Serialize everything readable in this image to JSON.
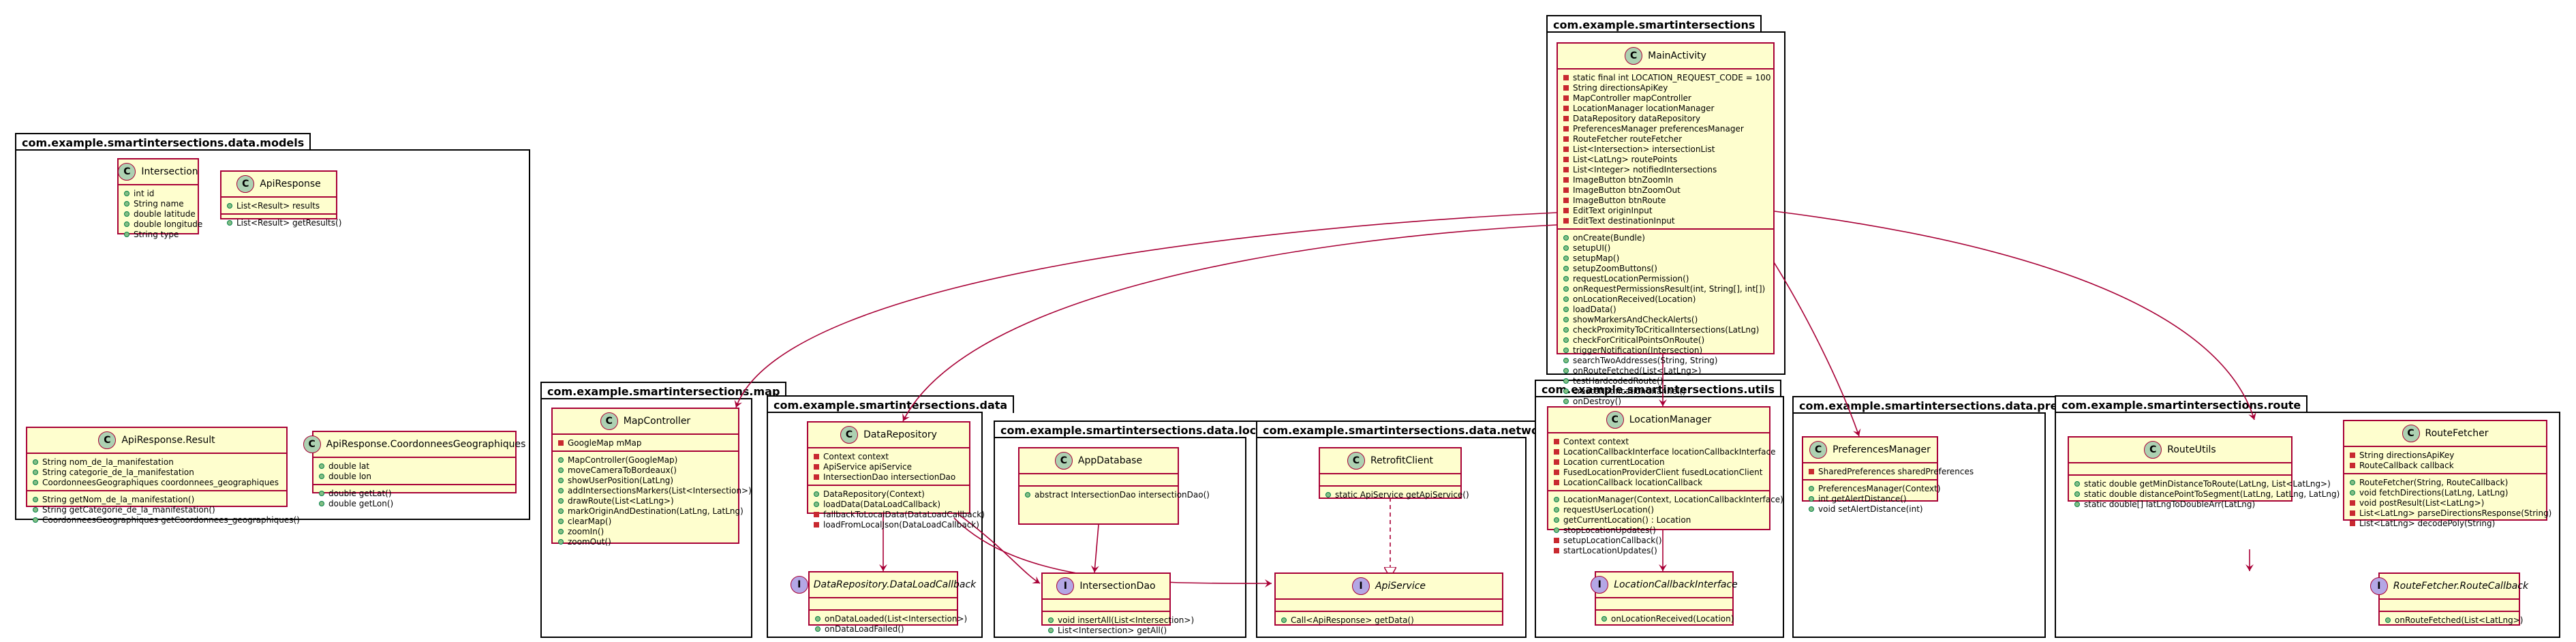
{
  "packages": {
    "smartintersections": "com.example.smartintersections",
    "models": "com.example.smartintersections.data.models",
    "map": "com.example.smartintersections.map",
    "data": "com.example.smartintersections.data",
    "local": "com.example.smartintersections.data.local",
    "network": "com.example.smartintersections.data.network",
    "utils": "com.example.smartintersections.utils",
    "prefs": "com.example.smartintersections.data.prefs",
    "route": "com.example.smartintersections.route"
  },
  "classes": {
    "main_activity": {
      "name": "MainActivity",
      "kind": "C",
      "fields": [
        "static final int LOCATION_REQUEST_CODE = 100",
        "String directionsApiKey",
        "MapController mapController",
        "LocationManager locationManager",
        "DataRepository dataRepository",
        "PreferencesManager preferencesManager",
        "RouteFetcher routeFetcher",
        "List<Intersection> intersectionList",
        "List<LatLng> routePoints",
        "List<Integer> notifiedIntersections",
        "ImageButton btnZoomIn",
        "ImageButton btnZoomOut",
        "ImageButton btnRoute",
        "EditText originInput",
        "EditText destinationInput"
      ],
      "methods": [
        "onCreate(Bundle)",
        "setupUI()",
        "setupMap()",
        "setupZoomButtons()",
        "requestLocationPermission()",
        "onRequestPermissionsResult(int, String[], int[])",
        "onLocationReceived(Location)",
        "loadData()",
        "showMarkersAndCheckAlerts()",
        "checkProximityToCriticalIntersections(LatLng)",
        "checkForCriticalPointsOnRoute()",
        "triggerNotification(Intersection)",
        "searchTwoAddresses(String, String)",
        "onRouteFetched(List<LatLng>)",
        "testHardcodedRoute()",
        "createNotificationChannel()",
        "onDestroy()"
      ]
    },
    "intersection": {
      "name": "Intersection",
      "kind": "C",
      "fields": [
        "int id",
        "String name",
        "double latitude",
        "double longitude",
        "String type"
      ],
      "methods": []
    },
    "api_response": {
      "name": "ApiResponse",
      "kind": "C",
      "fields": [
        "List<Result> results"
      ],
      "methods": [
        "List<Result> getResults()"
      ]
    },
    "api_response_result": {
      "name": "ApiResponse.Result",
      "kind": "C",
      "fields": [
        "String nom_de_la_manifestation",
        "String categorie_de_la_manifestation",
        "CoordonneesGeographiques coordonnees_geographiques"
      ],
      "methods": [
        "String getNom_de_la_manifestation()",
        "String getCategorie_de_la_manifestation()",
        "CoordonneesGeographiques getCoordonnees_geographiques()"
      ]
    },
    "coord_geo": {
      "name": "ApiResponse.CoordonneesGeographiques",
      "kind": "C",
      "fields": [
        "double lat",
        "double lon"
      ],
      "methods": [
        "double getLat()",
        "double getLon()"
      ]
    },
    "map_controller": {
      "name": "MapController",
      "kind": "C",
      "fields": [
        "GoogleMap mMap"
      ],
      "methods": [
        "MapController(GoogleMap)",
        "moveCameraToBordeaux()",
        "showUserPosition(LatLng)",
        "addIntersectionsMarkers(List<Intersection>)",
        "drawRoute(List<LatLng>)",
        "markOriginAndDestination(LatLng, LatLng)",
        "clearMap()",
        "zoomIn()",
        "zoomOut()"
      ]
    },
    "data_repository": {
      "name": "DataRepository",
      "kind": "C",
      "fields": [
        "Context context",
        "ApiService apiService",
        "IntersectionDao intersectionDao"
      ],
      "methods": [
        "DataRepository(Context)",
        "loadData(DataLoadCallback)",
        "fallbackToLocalData(DataLoadCallback)",
        "loadFromLocalJson(DataLoadCallback)"
      ]
    },
    "data_load_callback": {
      "name": "DataRepository.DataLoadCallback",
      "kind": "I",
      "fields": [],
      "methods": [
        "onDataLoaded(List<Intersection>)",
        "onDataLoadFailed()"
      ]
    },
    "app_database": {
      "name": "AppDatabase",
      "kind": "C",
      "fields": [],
      "methods": [
        "abstract IntersectionDao intersectionDao()"
      ]
    },
    "intersection_dao": {
      "name": "IntersectionDao",
      "kind": "I",
      "fields": [],
      "methods": [
        "void insertAll(List<Intersection>)",
        "List<Intersection> getAll()"
      ]
    },
    "retrofit_client": {
      "name": "RetrofitClient",
      "kind": "C",
      "fields": [],
      "methods": [
        "static ApiService getApiService()"
      ]
    },
    "api_service": {
      "name": "ApiService",
      "kind": "I",
      "fields": [],
      "methods": [
        "Call<ApiResponse> getData()"
      ]
    },
    "location_manager": {
      "name": "LocationManager",
      "kind": "C",
      "fields": [
        "Context context",
        "LocationCallbackInterface locationCallbackInterface",
        "Location currentLocation",
        "FusedLocationProviderClient fusedLocationClient",
        "LocationCallback locationCallback"
      ],
      "methods": [
        "LocationManager(Context, LocationCallbackInterface)",
        "requestUserLocation()",
        "getCurrentLocation() : Location",
        "stopLocationUpdates()",
        "setupLocationCallback()",
        "startLocationUpdates()"
      ]
    },
    "location_callback_interface": {
      "name": "LocationCallbackInterface",
      "kind": "I",
      "fields": [],
      "methods": [
        "onLocationReceived(Location)"
      ]
    },
    "preferences_manager": {
      "name": "PreferencesManager",
      "kind": "C",
      "fields": [
        "SharedPreferences sharedPreferences"
      ],
      "methods": [
        "PreferencesManager(Context)",
        "int getAlertDistance()",
        "void setAlertDistance(int)"
      ]
    },
    "route_utils": {
      "name": "RouteUtils",
      "kind": "C",
      "fields": [],
      "methods": [
        "static double getMinDistanceToRoute(LatLng, List<LatLng>)",
        "static double distancePointToSegment(LatLng, LatLng, LatLng)",
        "static double[] latLngToDoubleArr(LatLng)"
      ]
    },
    "route_fetcher": {
      "name": "RouteFetcher",
      "kind": "C",
      "fields": [
        "String directionsApiKey",
        "RouteCallback callback"
      ],
      "methods": [
        "RouteFetcher(String, RouteCallback)",
        "void fetchDirections(LatLng, LatLng)",
        "void postResult(List<LatLng>)",
        "List<LatLng> parseDirectionsResponse(String)",
        "List<LatLng> decodePoly(String)"
      ]
    },
    "route_callback": {
      "name": "RouteFetcher.RouteCallback",
      "kind": "I",
      "fields": [],
      "methods": [
        "onRouteFetched(List<LatLng>)"
      ]
    }
  },
  "colors": {
    "class_fill": "#fefece",
    "class_border": "#a80036",
    "edge": "#a80036",
    "class_badge": "#add1b2",
    "interface_badge": "#b4a7e5"
  }
}
